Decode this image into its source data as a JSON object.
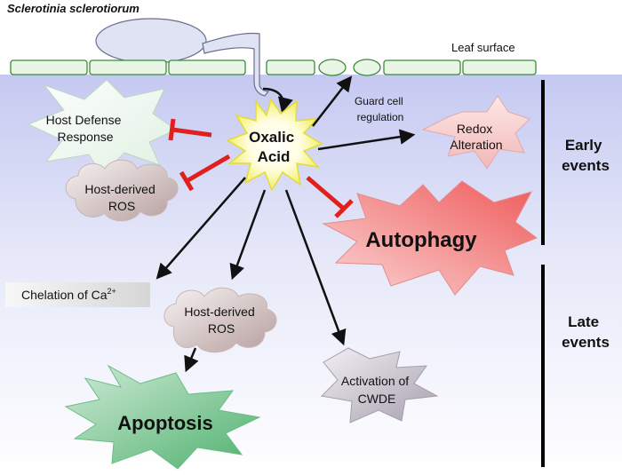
{
  "organism": "Sclerotinia sclerotiorum",
  "leaf_surface": "Leaf surface",
  "center": {
    "line1": "Oxalic",
    "line2": "Acid"
  },
  "host_defense": {
    "line1": "Host Defense",
    "line2": "Response"
  },
  "host_ros_top": {
    "line1": "Host-derived",
    "line2": "ROS"
  },
  "guard_cell": {
    "line1": "Guard cell",
    "line2": "regulation"
  },
  "redox": {
    "line1": "Redox",
    "line2": "Alteration"
  },
  "autophagy": "Autophagy",
  "chelation": {
    "text": "Chelation of Ca",
    "sup": "2+"
  },
  "host_ros_mid": {
    "line1": "Host-derived",
    "line2": "ROS"
  },
  "activation": {
    "line1": "Activation of",
    "line2": "CWDE"
  },
  "apoptosis": "Apoptosis",
  "early_events": {
    "line1": "Early",
    "line2": "events"
  },
  "late_events": {
    "line1": "Late",
    "line2": "events"
  },
  "colors": {
    "background_gradient_top": "#c9cdf2",
    "inhibition": "#e0201c",
    "cell_fill": "#e9f6e6",
    "cell_stroke": "#3c8a3c",
    "fungus_fill": "#dfe3f4"
  }
}
